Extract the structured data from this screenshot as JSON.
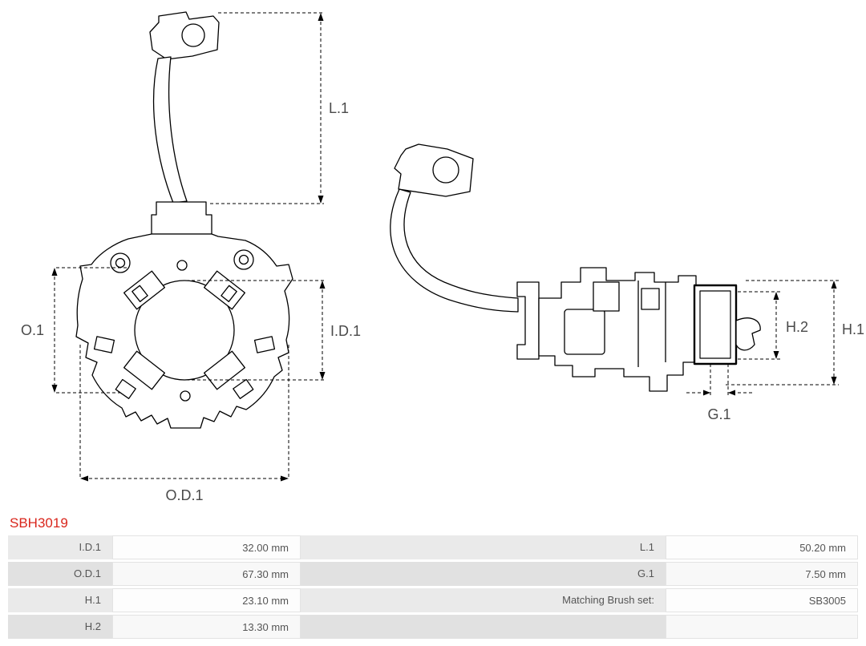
{
  "colors": {
    "accent_red": "#d9261c",
    "drawing_line": "#000000",
    "dim_label_gray": "#4a4a4a"
  },
  "part": {
    "number": "SBH3019"
  },
  "diagram": {
    "labels": {
      "l1": "L.1",
      "o1": "O.1",
      "id1": "I.D.1",
      "od1": "O.D.1",
      "h2": "H.2",
      "h1": "H.1",
      "g1": "G.1"
    }
  },
  "specs": {
    "rows": [
      {
        "label": "I.D.1",
        "value": "32.00 mm",
        "label2": "L.1",
        "value2": "50.20 mm"
      },
      {
        "label": "O.D.1",
        "value": "67.30 mm",
        "label2": "G.1",
        "value2": "7.50 mm"
      },
      {
        "label": "H.1",
        "value": "23.10 mm",
        "label2": "Matching Brush set:",
        "value2": "SB3005"
      },
      {
        "label": "H.2",
        "value": "13.30 mm",
        "label2": "",
        "value2": ""
      }
    ]
  }
}
